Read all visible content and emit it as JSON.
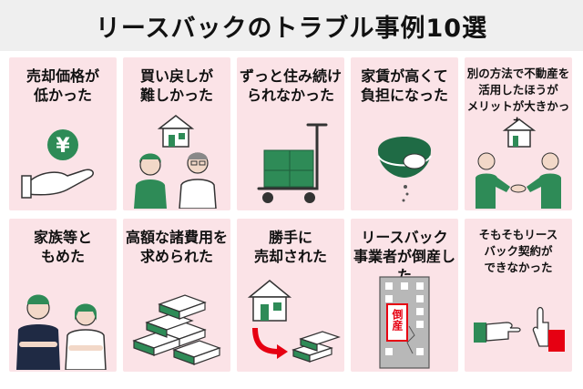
{
  "title": "リースバックのトラブル事例10選",
  "colors": {
    "accent": "#2e8b57",
    "card_bg": "#fbe3e7",
    "title_bg": "#efefef",
    "arrow_red": "#e60012"
  },
  "cards": [
    {
      "label": "売却価格が\n低かった",
      "icon": "yen-coin-hand-icon"
    },
    {
      "label": "買い戻しが\n難しかった",
      "icon": "worried-couple-house-icon"
    },
    {
      "label": "ずっと住み続け\nられなかった",
      "icon": "moving-cart-boxes-icon"
    },
    {
      "label": "家賃が高くて\n負担になった",
      "icon": "empty-wallet-icon"
    },
    {
      "label": "別の方法で不動産を\n活用したほうが\nメリットが大きかった",
      "icon": "handshake-house-icon"
    },
    {
      "label": "家族等と\nもめた",
      "icon": "arguing-couple-icon"
    },
    {
      "label": "高額な諸費用を\n求められた",
      "icon": "money-stacks-icon"
    },
    {
      "label": "勝手に\n売却された",
      "icon": "house-to-money-icon"
    },
    {
      "label": "リースバック\n事業者が倒産した",
      "icon": "bankrupt-building-icon"
    },
    {
      "label": "そもそもリース\nバック契約が\nできなかった",
      "icon": "rejected-handshake-icon"
    }
  ],
  "icon_text": {
    "yen": "¥",
    "bankrupt": "倒産"
  }
}
